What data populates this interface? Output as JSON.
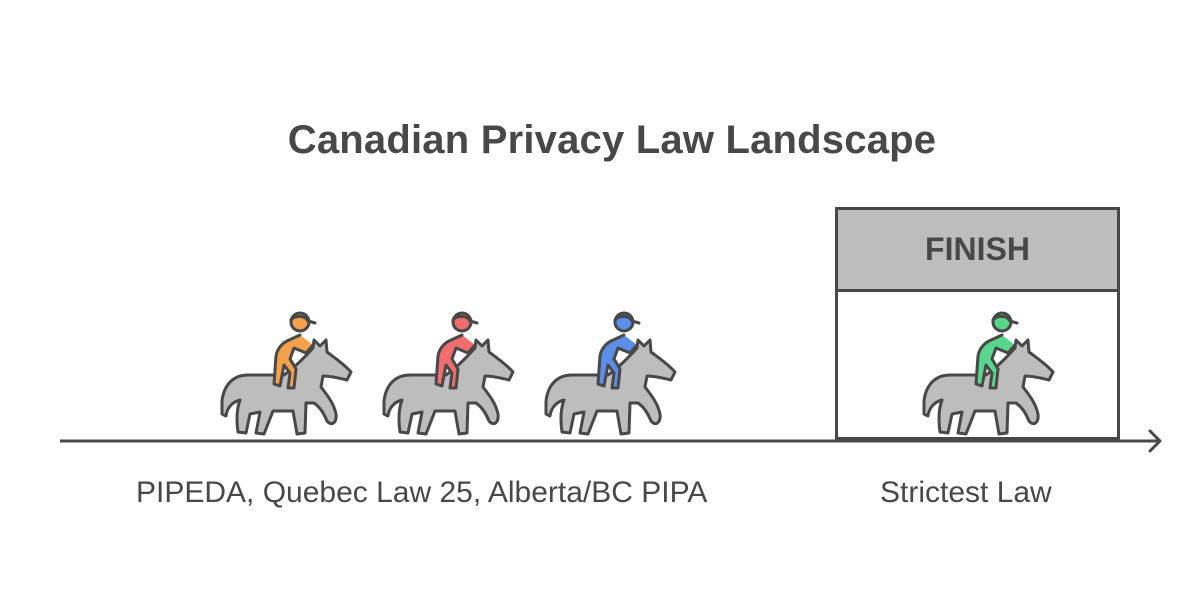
{
  "title": "Canadian Privacy Law Landscape",
  "finish": {
    "label": "FINISH"
  },
  "labels": {
    "left": "PIPEDA, Quebec Law 25, Alberta/BC PIPA",
    "right": "Strictest Law"
  },
  "riders": [
    {
      "name": "orange-rider",
      "color": "#f5a04a"
    },
    {
      "name": "red-rider",
      "color": "#f26d6d"
    },
    {
      "name": "blue-rider",
      "color": "#5b8fe8"
    },
    {
      "name": "green-rider",
      "color": "#58d68d"
    }
  ],
  "colors": {
    "line": "#484848",
    "horse": "#bdbdbd",
    "finish_header": "#bdbdbd",
    "text": "#484848"
  }
}
